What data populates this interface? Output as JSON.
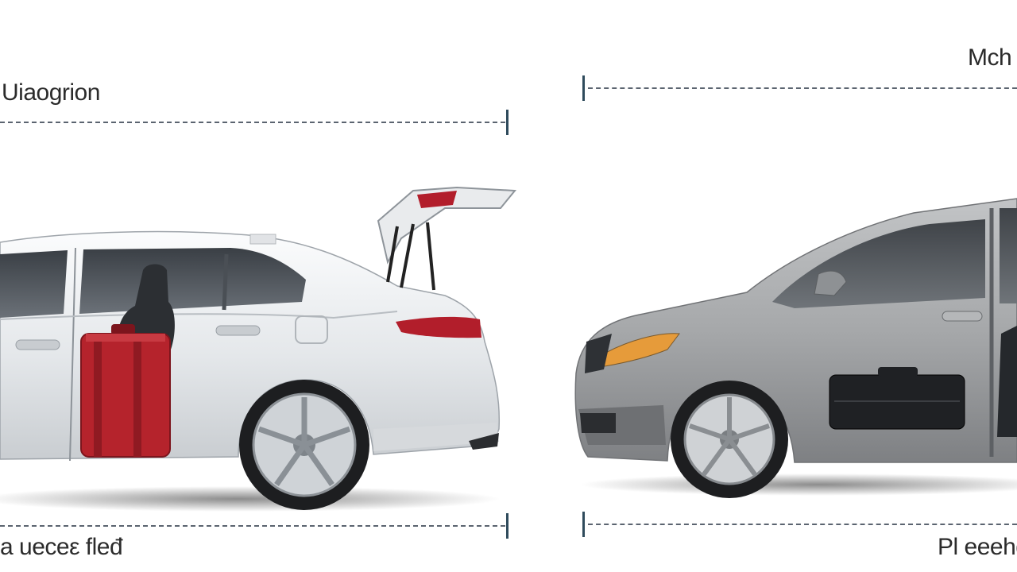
{
  "labels": {
    "top_left": "Uiaogrion",
    "top_right": "Mch",
    "bottom_left": "a   ueceε  fleđ",
    "bottom_right": "Pl eeehd"
  },
  "colors": {
    "sedan_body": "#eef0f2",
    "luggage": "#b5232c",
    "van_body": "#a7a9ab",
    "dash_line": "#5b6470",
    "tick": "#2f4b5c"
  }
}
